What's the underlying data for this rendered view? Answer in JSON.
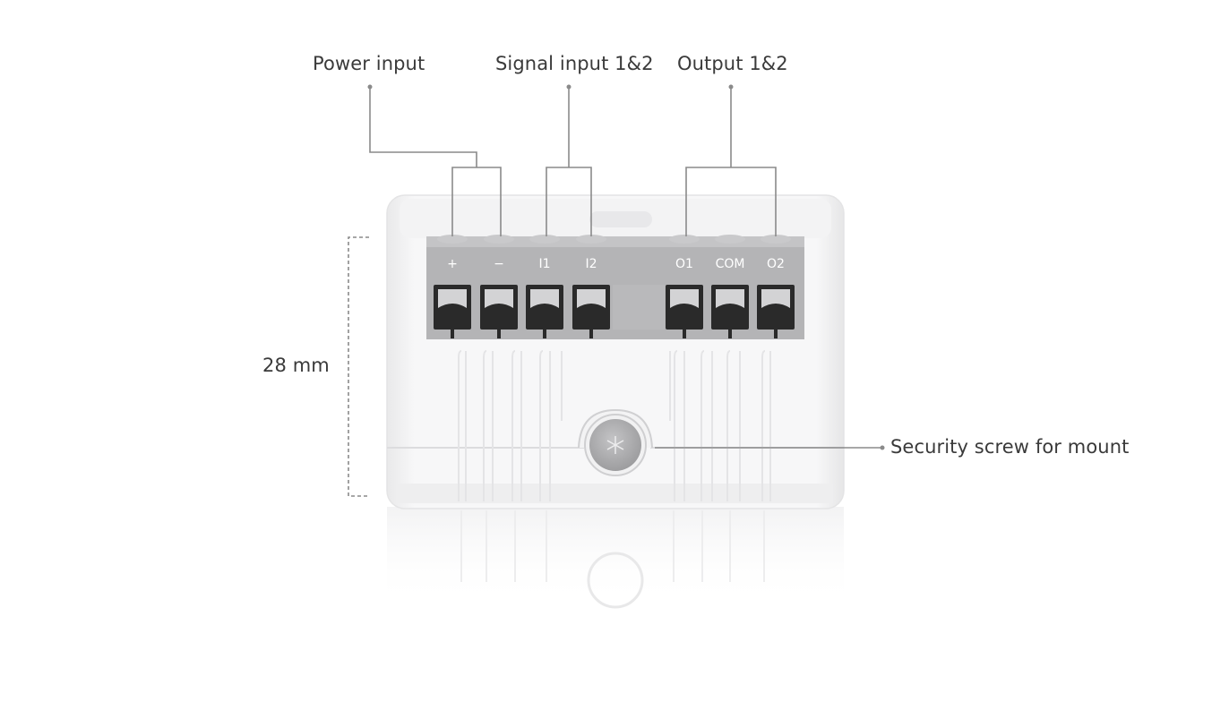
{
  "callouts": {
    "power_input": "Power input",
    "signal_input": "Signal input 1&2",
    "output": "Output 1&2",
    "height": "28 mm",
    "security_screw": "Security screw for mount"
  },
  "terminals": [
    "+",
    "−",
    "I1",
    "I2",
    "O1",
    "COM",
    "O2"
  ],
  "colors": {
    "device_body": "#f5f5f6",
    "terminal_strip": "#b4b4b6",
    "terminal_block": "#2a2a2a",
    "screw": "#a6a6a8",
    "leader_line": "#8a8a8a",
    "label_text": "#3a3a3a"
  }
}
